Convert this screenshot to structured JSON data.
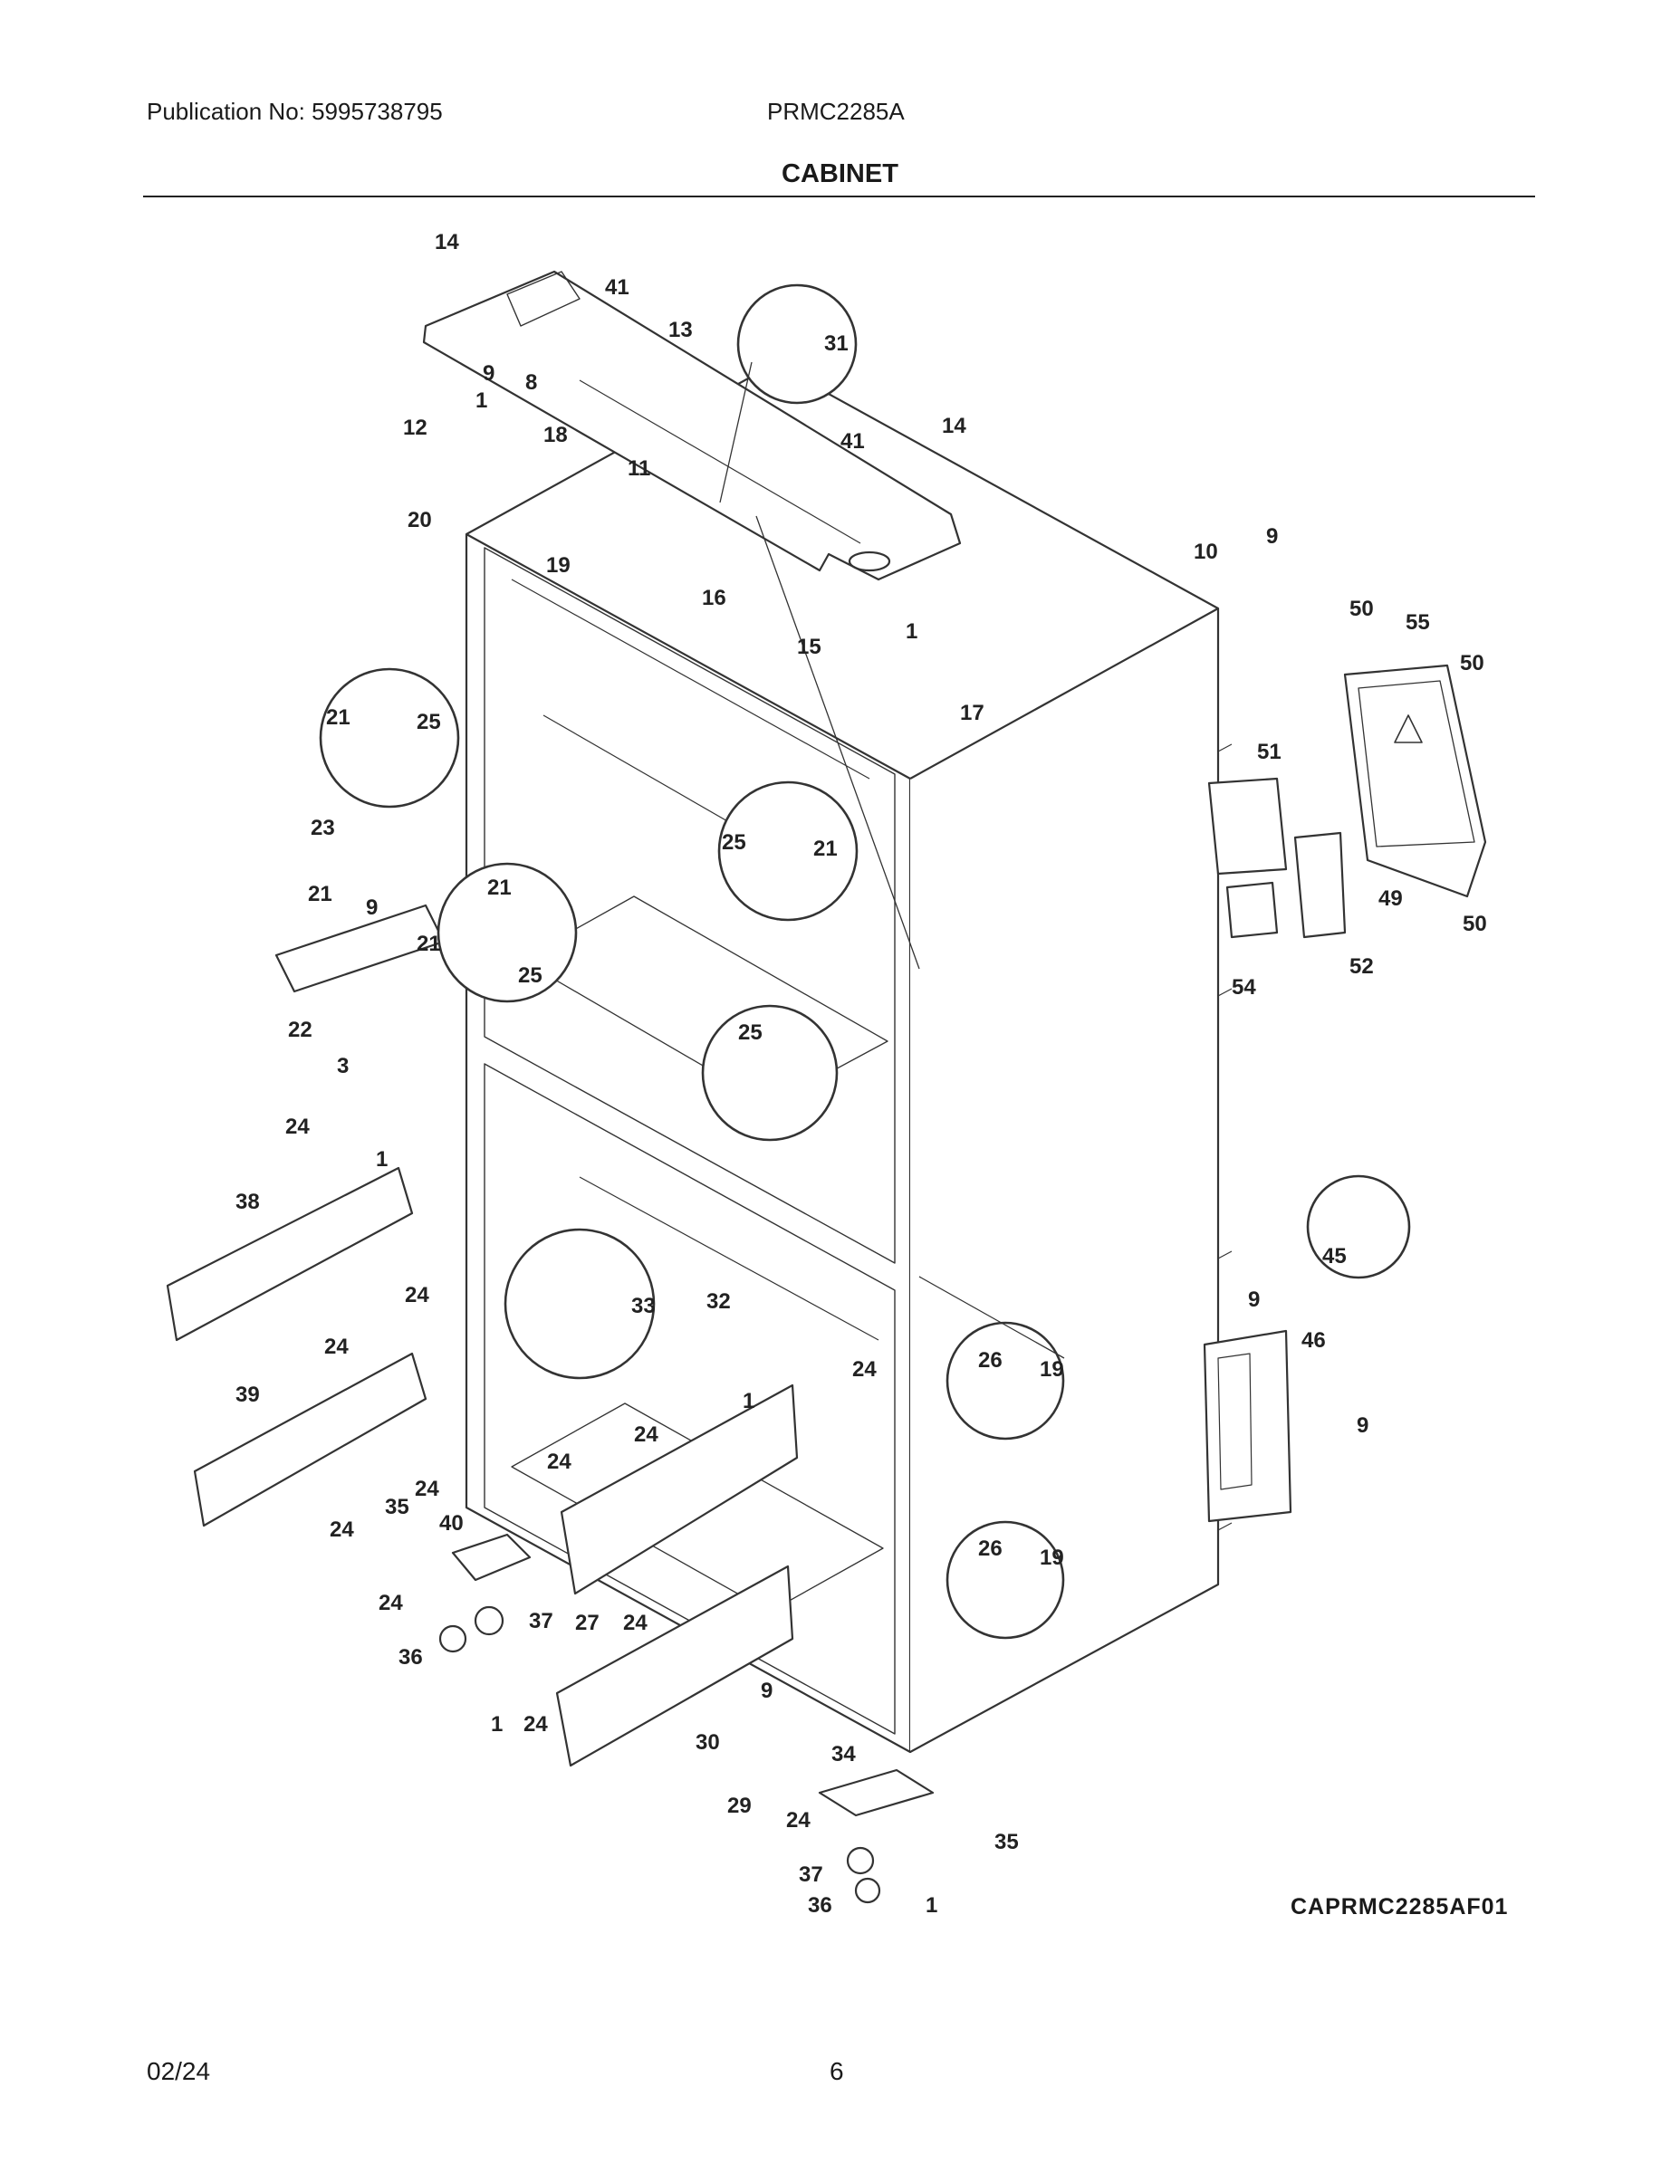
{
  "header": {
    "publication": "Publication No: 5995738795",
    "model": "PRMC2285A",
    "title": "CABINET"
  },
  "figure_code": "CAPRMC2285AF01",
  "footer": {
    "date": "02/24",
    "page": "6"
  },
  "callouts": {
    "c14a": "14",
    "c41a": "41",
    "c13": "13",
    "c31": "31",
    "c9a": "9",
    "c8": "8",
    "c1a": "1",
    "c12": "12",
    "c18": "18",
    "c11": "11",
    "c41b": "41",
    "c14b": "14",
    "c20": "20",
    "c19a": "19",
    "c16": "16",
    "c15": "15",
    "c10": "10",
    "c9b": "9",
    "c1b": "1",
    "c17": "17",
    "c50a": "50",
    "c55": "55",
    "c50b": "50",
    "c21a": "21",
    "c25a": "25",
    "c51": "51",
    "c23": "23",
    "c25b": "25",
    "c21b": "21",
    "c9c": "9",
    "c21c": "21",
    "c21d": "21",
    "c25c": "25",
    "c49": "49",
    "c50c": "50",
    "c22": "22",
    "c54": "54",
    "c52": "52",
    "c25d": "25",
    "c3": "3",
    "c24a": "24",
    "c1c": "1",
    "c21e": "21",
    "c38": "38",
    "c45": "45",
    "c24b": "24",
    "c9d": "9",
    "c33": "33",
    "c32": "32",
    "c24c": "24",
    "c46": "46",
    "c26a": "26",
    "c19b": "19",
    "c9e": "9",
    "c39": "39",
    "c24d": "24",
    "c24e": "24",
    "c1d": "1",
    "c24f": "24",
    "c24g": "24",
    "c35a": "35",
    "c40": "40",
    "c26b": "26",
    "c19c": "19",
    "c24h": "24",
    "c37a": "37",
    "c27": "27",
    "c24i": "24",
    "c36a": "36",
    "c1e": "1",
    "c9f": "9",
    "c24j": "24",
    "c30": "30",
    "c34": "34",
    "c29": "29",
    "c24k": "24",
    "c35b": "35",
    "c37b": "37",
    "c36b": "36",
    "c1f": "1"
  }
}
